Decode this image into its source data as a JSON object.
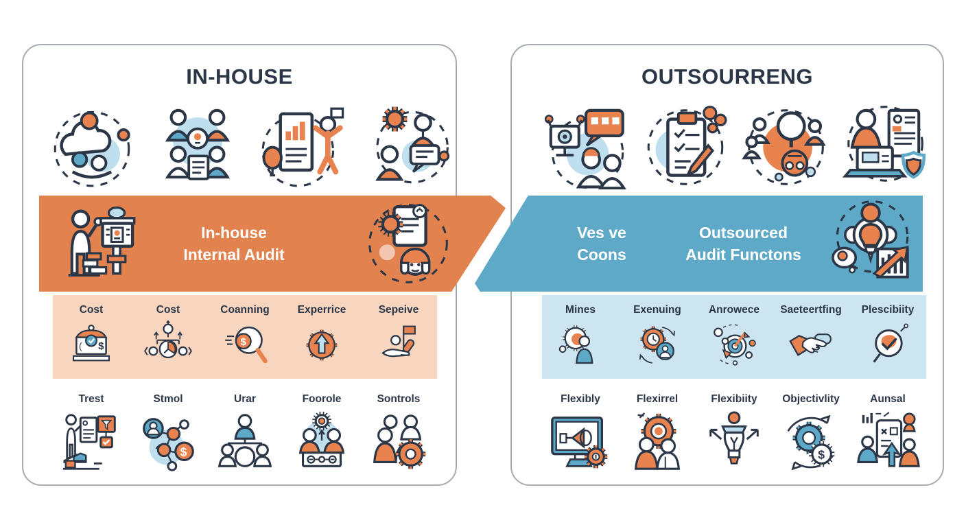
{
  "colors": {
    "accent_orange": "#E2824E",
    "accent_blue": "#5EA9C8",
    "pale_orange": "#F8D5BE",
    "pale_blue": "#CDE5F1",
    "title_text": "#2B3647",
    "band_text": "#FFFFFF"
  },
  "left_panel": {
    "title": "IN-HOUSE",
    "top_icons": [
      "brainstorm-cloud-icon",
      "team-idea-icon",
      "report-presenter-icon",
      "support-chat-icon"
    ],
    "arrow": {
      "line1": "In-house",
      "line2": "Internal Audit",
      "left_icon": "presenter-easel-icon",
      "right_icon": "document-gear-headset-icon"
    },
    "band_items": [
      {
        "label": "Cost",
        "icon": "gauge-sign-icon"
      },
      {
        "label": "Cost",
        "icon": "decision-tree-icon"
      },
      {
        "label": "Coanning",
        "icon": "search-dollar-icon"
      },
      {
        "label": "Experrice",
        "icon": "gear-arrow-icon"
      },
      {
        "label": "Sepeive",
        "icon": "hand-flag-icon"
      }
    ],
    "bottom_items": [
      {
        "label": "Trest",
        "icon": "presenter-board-icon"
      },
      {
        "label": "Stmol",
        "icon": "network-dollar-icon"
      },
      {
        "label": "Urar",
        "icon": "org-chart-icon"
      },
      {
        "label": "Foorole",
        "icon": "table-meeting-icon"
      },
      {
        "label": "Sontrols",
        "icon": "people-gear-icon"
      }
    ]
  },
  "right_panel": {
    "title": "OUTSOURRENG",
    "top_icons": [
      "video-call-icon",
      "checklist-icon",
      "search-idea-icon",
      "laptop-shield-icon"
    ],
    "arrow": {
      "a_line1": "Ves ve",
      "a_line2": "Coons",
      "b_line1": "Outsourced",
      "b_line2": "Audit Functons",
      "right_icon": "bulb-growth-icon"
    },
    "band_items": [
      {
        "label": "Mines",
        "icon": "gear-person-icon"
      },
      {
        "label": "Exenuing",
        "icon": "gear-clock-person-icon"
      },
      {
        "label": "Anrowece",
        "icon": "target-arrow-icon"
      },
      {
        "label": "Saeteertfing",
        "icon": "handshake-icon"
      },
      {
        "label": "Plescibiity",
        "icon": "check-magnifier-icon"
      }
    ],
    "bottom_items": [
      {
        "label": "Flexibly",
        "icon": "monitor-megaphone-icon"
      },
      {
        "label": "Flexirrel",
        "icon": "gear-people-icon"
      },
      {
        "label": "Flexibiity",
        "icon": "lightbulb-arrows-icon"
      },
      {
        "label": "Objectivlity",
        "icon": "gears-dollar-icon"
      },
      {
        "label": "Aunsal",
        "icon": "doc-people-arrow-icon"
      }
    ]
  }
}
